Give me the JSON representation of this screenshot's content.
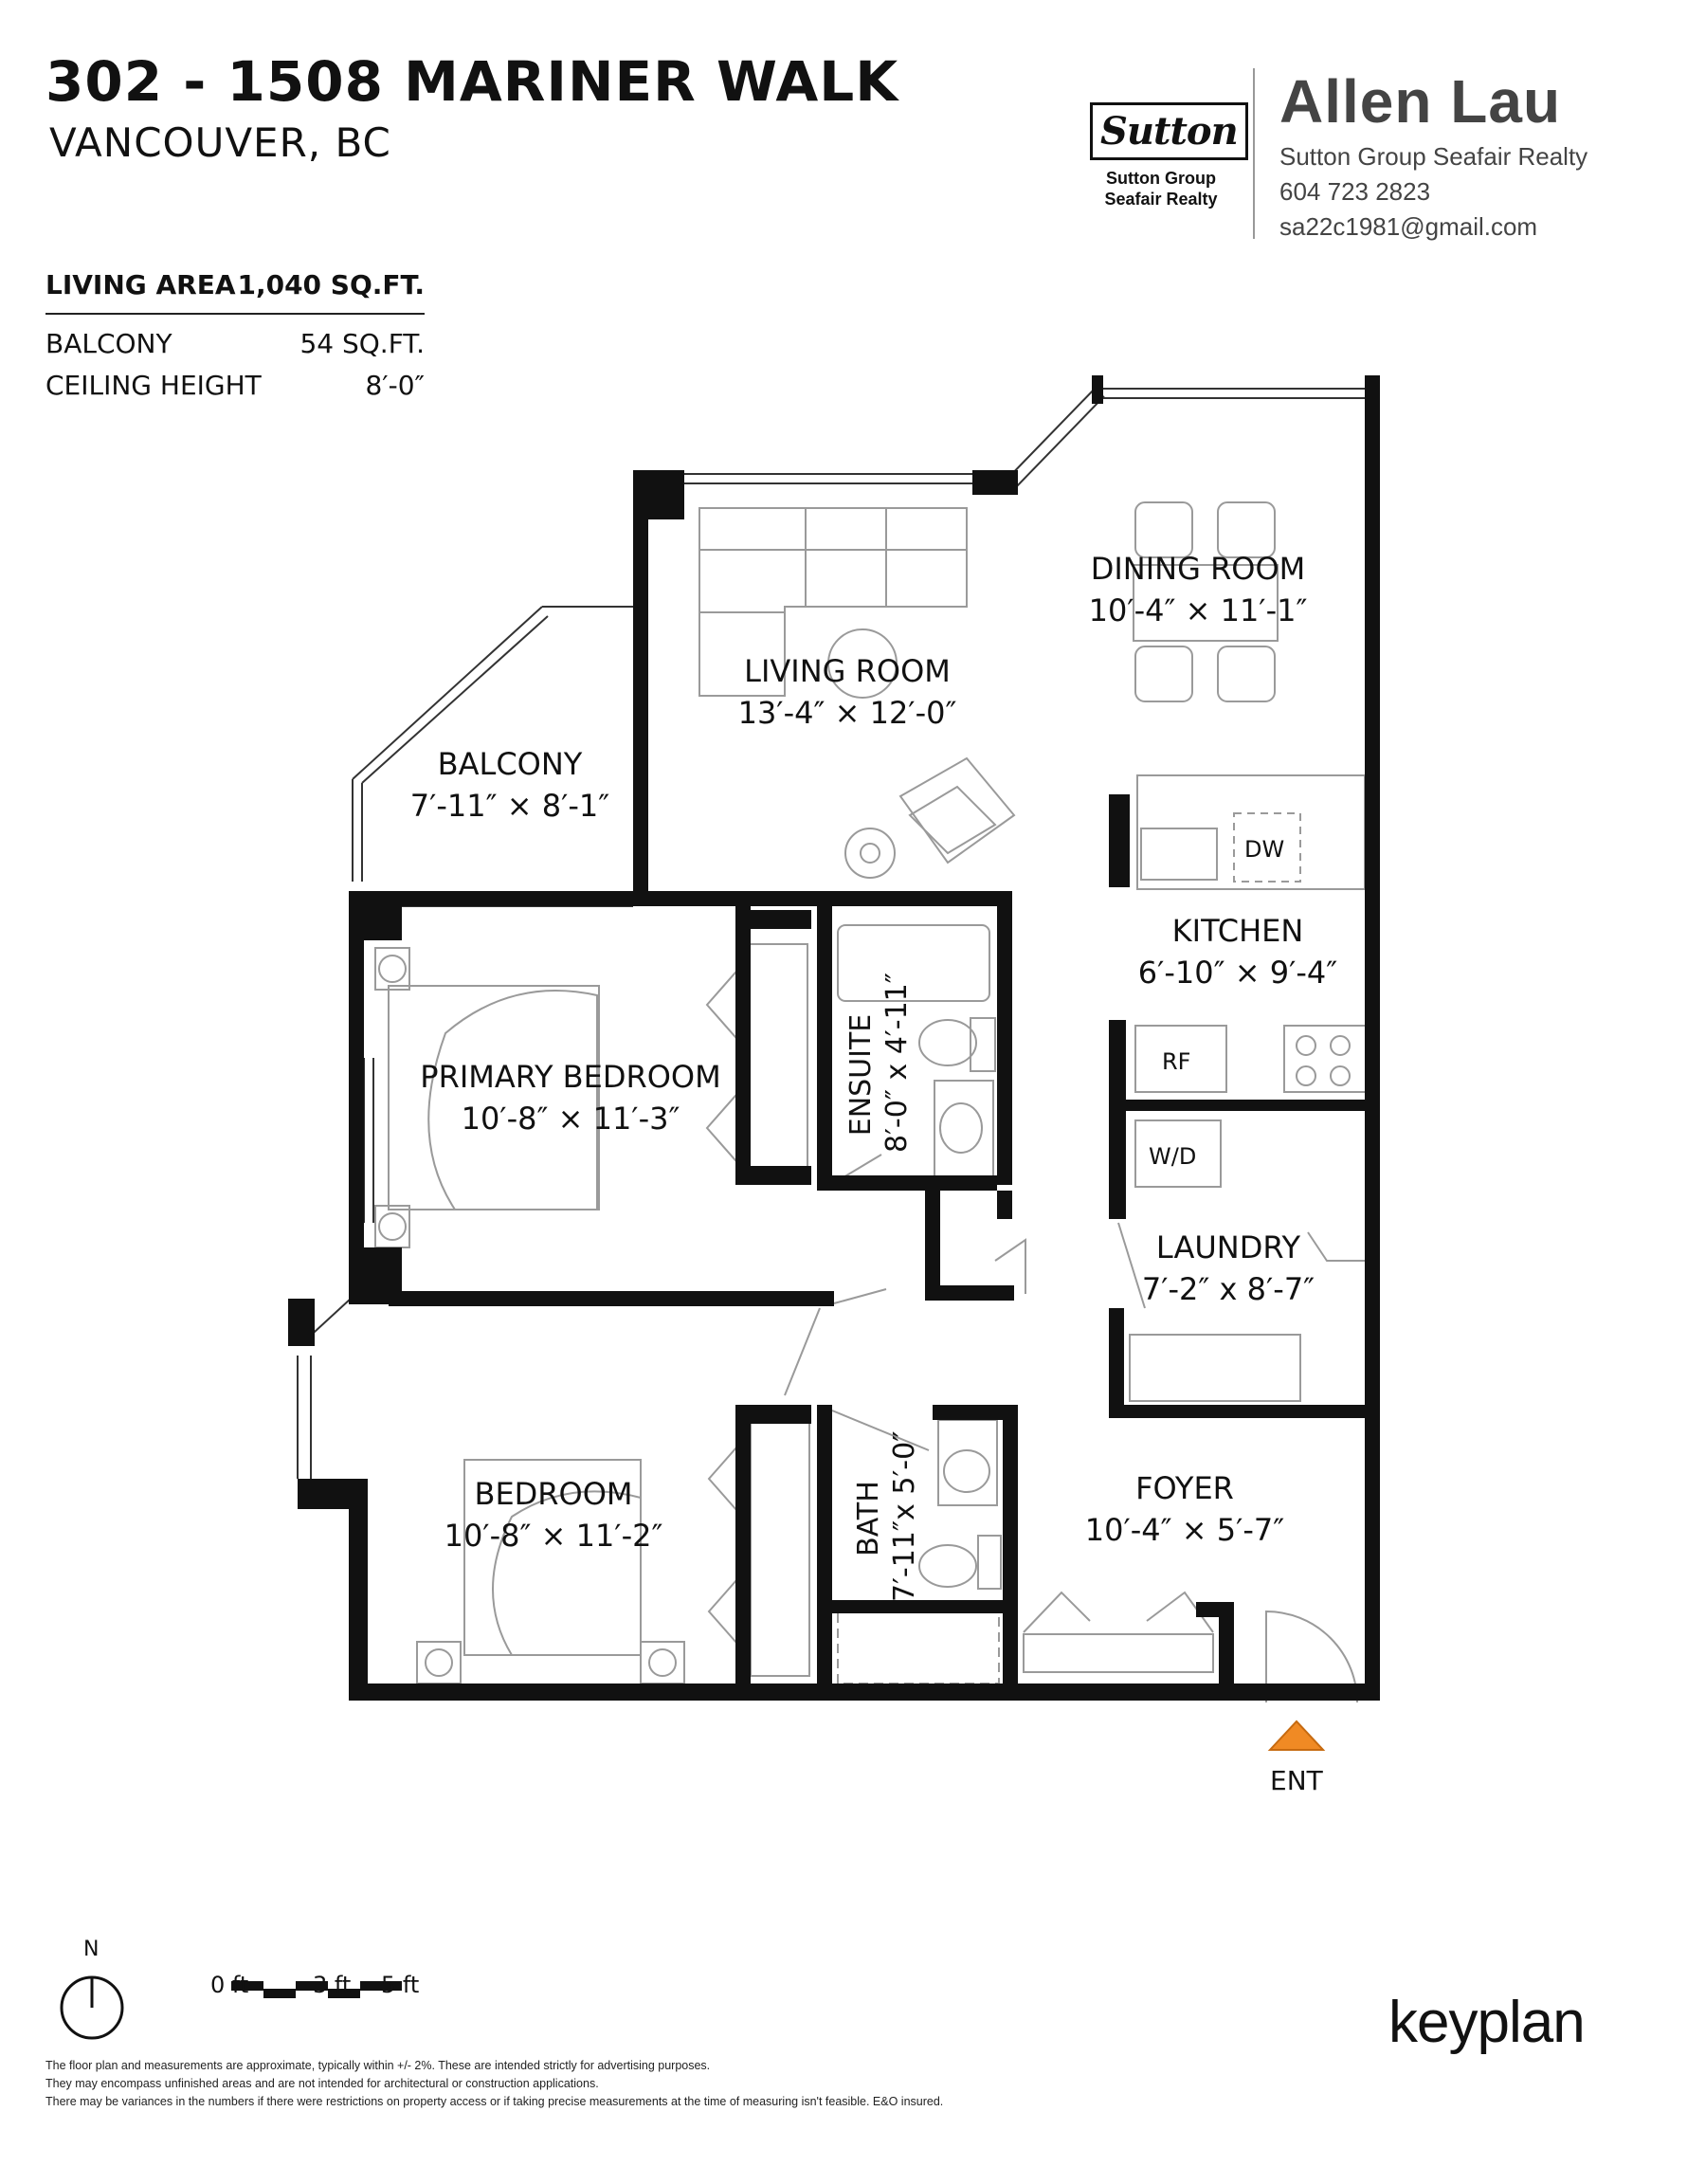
{
  "header": {
    "address": "302 - 1508 MARINER WALK",
    "city": "VANCOUVER, BC"
  },
  "stats": [
    {
      "label": "LIVING AREA",
      "value": "1,040 SQ.FT."
    },
    {
      "label": "BALCONY",
      "value": "54 SQ.FT."
    },
    {
      "label": "CEILING HEIGHT",
      "value": "8′-0″"
    }
  ],
  "brokerage": {
    "logo_word": "Sutton",
    "logo_line1": "Sutton Group",
    "logo_line2": "Seafair Realty"
  },
  "agent": {
    "name": "Allen Lau",
    "company": "Sutton Group Seafair Realty",
    "phone": "604 723 2823",
    "email": "sa22c1981@gmail.com"
  },
  "rooms": {
    "dining": {
      "name": "DINING ROOM",
      "dims": "10′-4″ ×  11′-1″"
    },
    "living": {
      "name": "LIVING ROOM",
      "dims": "13′-4″ × 12′-0″"
    },
    "balcony": {
      "name": "BALCONY",
      "dims": "7′-11″ ×  8′-1″"
    },
    "kitchen": {
      "name": "KITCHEN",
      "dims": "6′-10″ ×  9′-4″"
    },
    "primary": {
      "name": "PRIMARY BEDROOM",
      "dims": "10′-8″ ×  11′-3″"
    },
    "ensuite": {
      "name": "ENSUITE",
      "dims": "8′-0″ x 4′-11″"
    },
    "laundry": {
      "name": "LAUNDRY",
      "dims": "7′-2″ x 8′-7″"
    },
    "bedroom": {
      "name": "BEDROOM",
      "dims": "10′-8″ ×  11′-2″"
    },
    "bath": {
      "name": "BATH",
      "dims": "7′-11″x 5′-0″"
    },
    "foyer": {
      "name": "FOYER",
      "dims": "10′-4″ ×  5′-7″"
    }
  },
  "appliances": {
    "dw": "DW",
    "rf": "RF",
    "wd": "W/D"
  },
  "entrance": "ENT",
  "compass": "N",
  "scale": [
    "0 ft",
    "3 ft",
    "5 ft"
  ],
  "colors": {
    "walls": "#111111",
    "entrance_marker": "#f08a24",
    "furniture": "#9a9a9a"
  },
  "disclaimer": [
    "The floor plan and measurements are approximate, typically within +/- 2%. These are intended strictly for advertising purposes.",
    "They may encompass unfinished areas and are not intended for architectural or construction applications.",
    "There may be variances in the numbers if there were restrictions on property access or if taking precise measurements at the time of measuring isn't feasible. E&O insured."
  ],
  "footer_brand": "keyplan"
}
